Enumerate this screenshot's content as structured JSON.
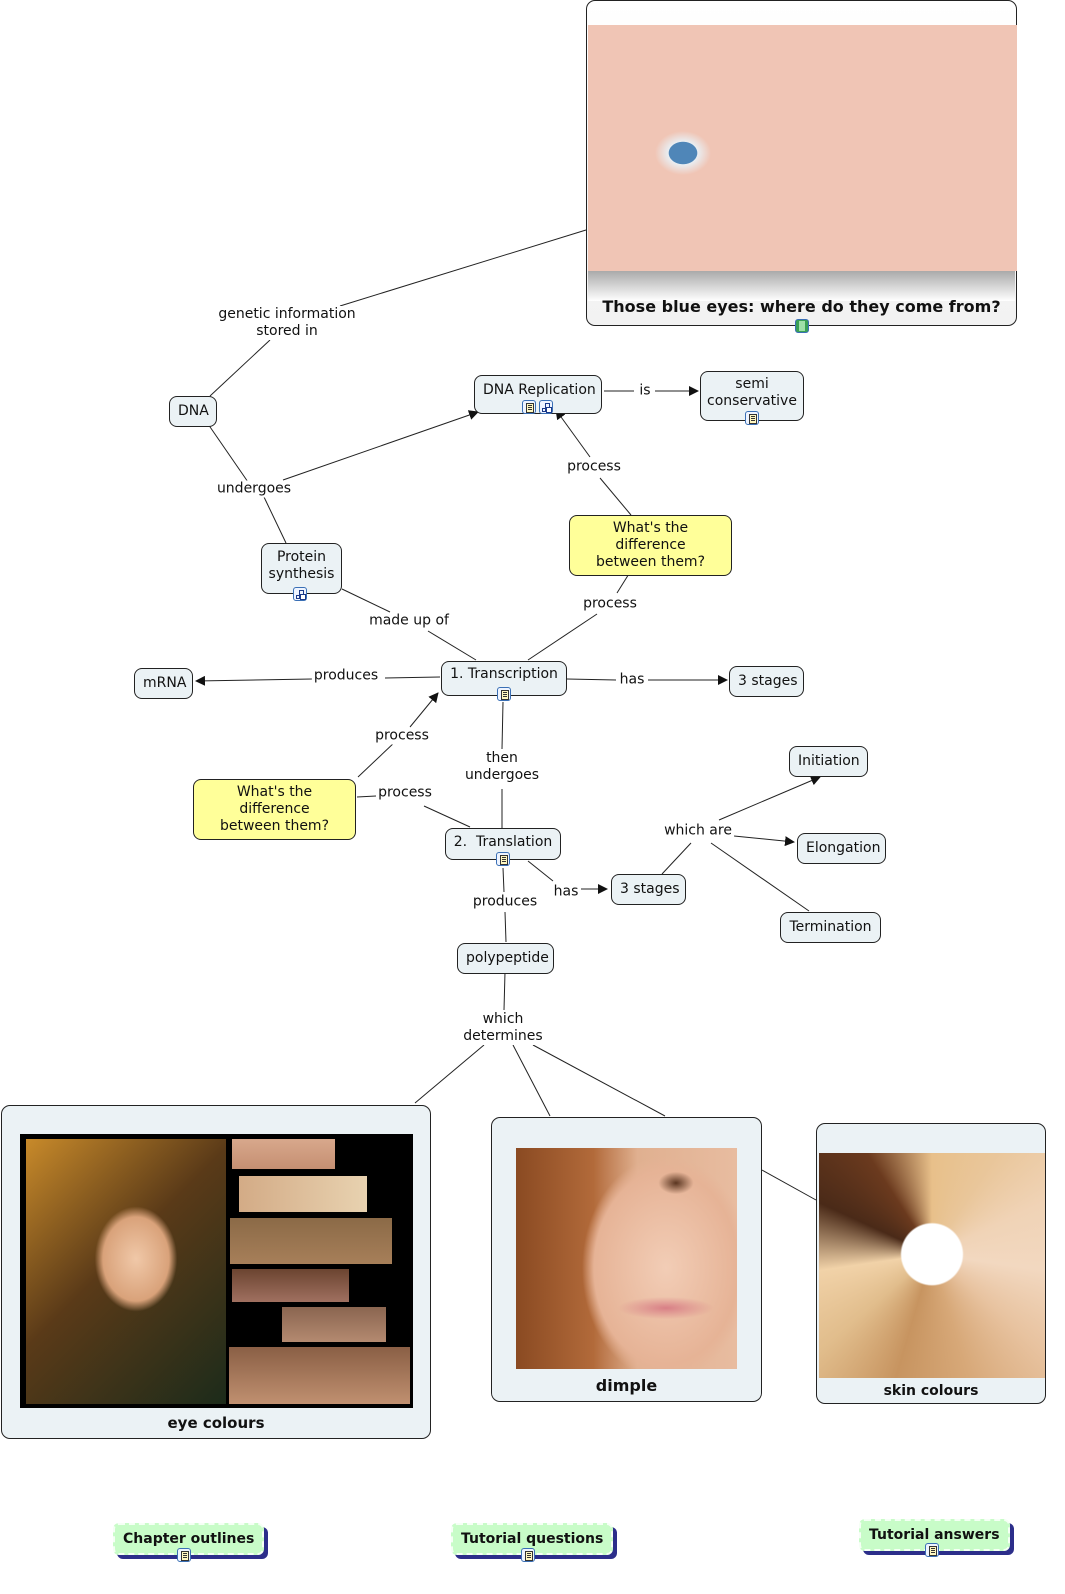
{
  "colors": {
    "concept_fill": "#ebf2f5",
    "question_fill": "#ffff99",
    "resource_fill": "#c8fcc8",
    "resource_shadow": "#2c2e8a",
    "line": "#222222"
  },
  "title_card": {
    "caption": "Those blue eyes: where do they come from?",
    "image": "baby-blue-eyes-photo",
    "icon": "video-icon"
  },
  "concepts": {
    "dna": "DNA",
    "dna_replication": "DNA Replication",
    "semi_conservative": "semi\nconservative",
    "protein_synthesis": "Protein\nsynthesis",
    "mrna": "mRNA",
    "transcription": "1. Transcription",
    "stages_transcription": "3 stages",
    "translation": "2.  Translation",
    "stages_translation": "3 stages",
    "initiation": "Initiation",
    "elongation": "Elongation",
    "termination": "Termination",
    "polypeptide": "polypeptide",
    "question_top": "What's the difference\nbetween them?",
    "question_left": "What's the difference\nbetween them?"
  },
  "linking_phrases": {
    "genetic_info": "genetic information\nstored in",
    "undergoes": "undergoes",
    "is": "is",
    "process_top_up": "process",
    "process_top_down": "process",
    "made_up_of": "made up of",
    "produces_mrna": "produces",
    "has_transcription": "has",
    "process_left_up": "process",
    "process_left_right": "process",
    "then_undergoes": "then\nundergoes",
    "has_translation": "has",
    "which_are": "which are",
    "produces_polypeptide": "produces",
    "which_determines": "which\ndetermines"
  },
  "image_cards": [
    {
      "caption": "eye colours",
      "image": "eye-colour-collage-photo"
    },
    {
      "caption": "dimple",
      "image": "smiling-woman-dimple-photo"
    },
    {
      "caption": "skin colours",
      "image": "hands-circle-skin-tones-photo"
    }
  ],
  "resources": [
    {
      "label": "Chapter outlines",
      "icon": "document-icon"
    },
    {
      "label": "Tutorial questions",
      "icon": "document-icon"
    },
    {
      "label": "Tutorial answers",
      "icon": "document-icon"
    }
  ]
}
